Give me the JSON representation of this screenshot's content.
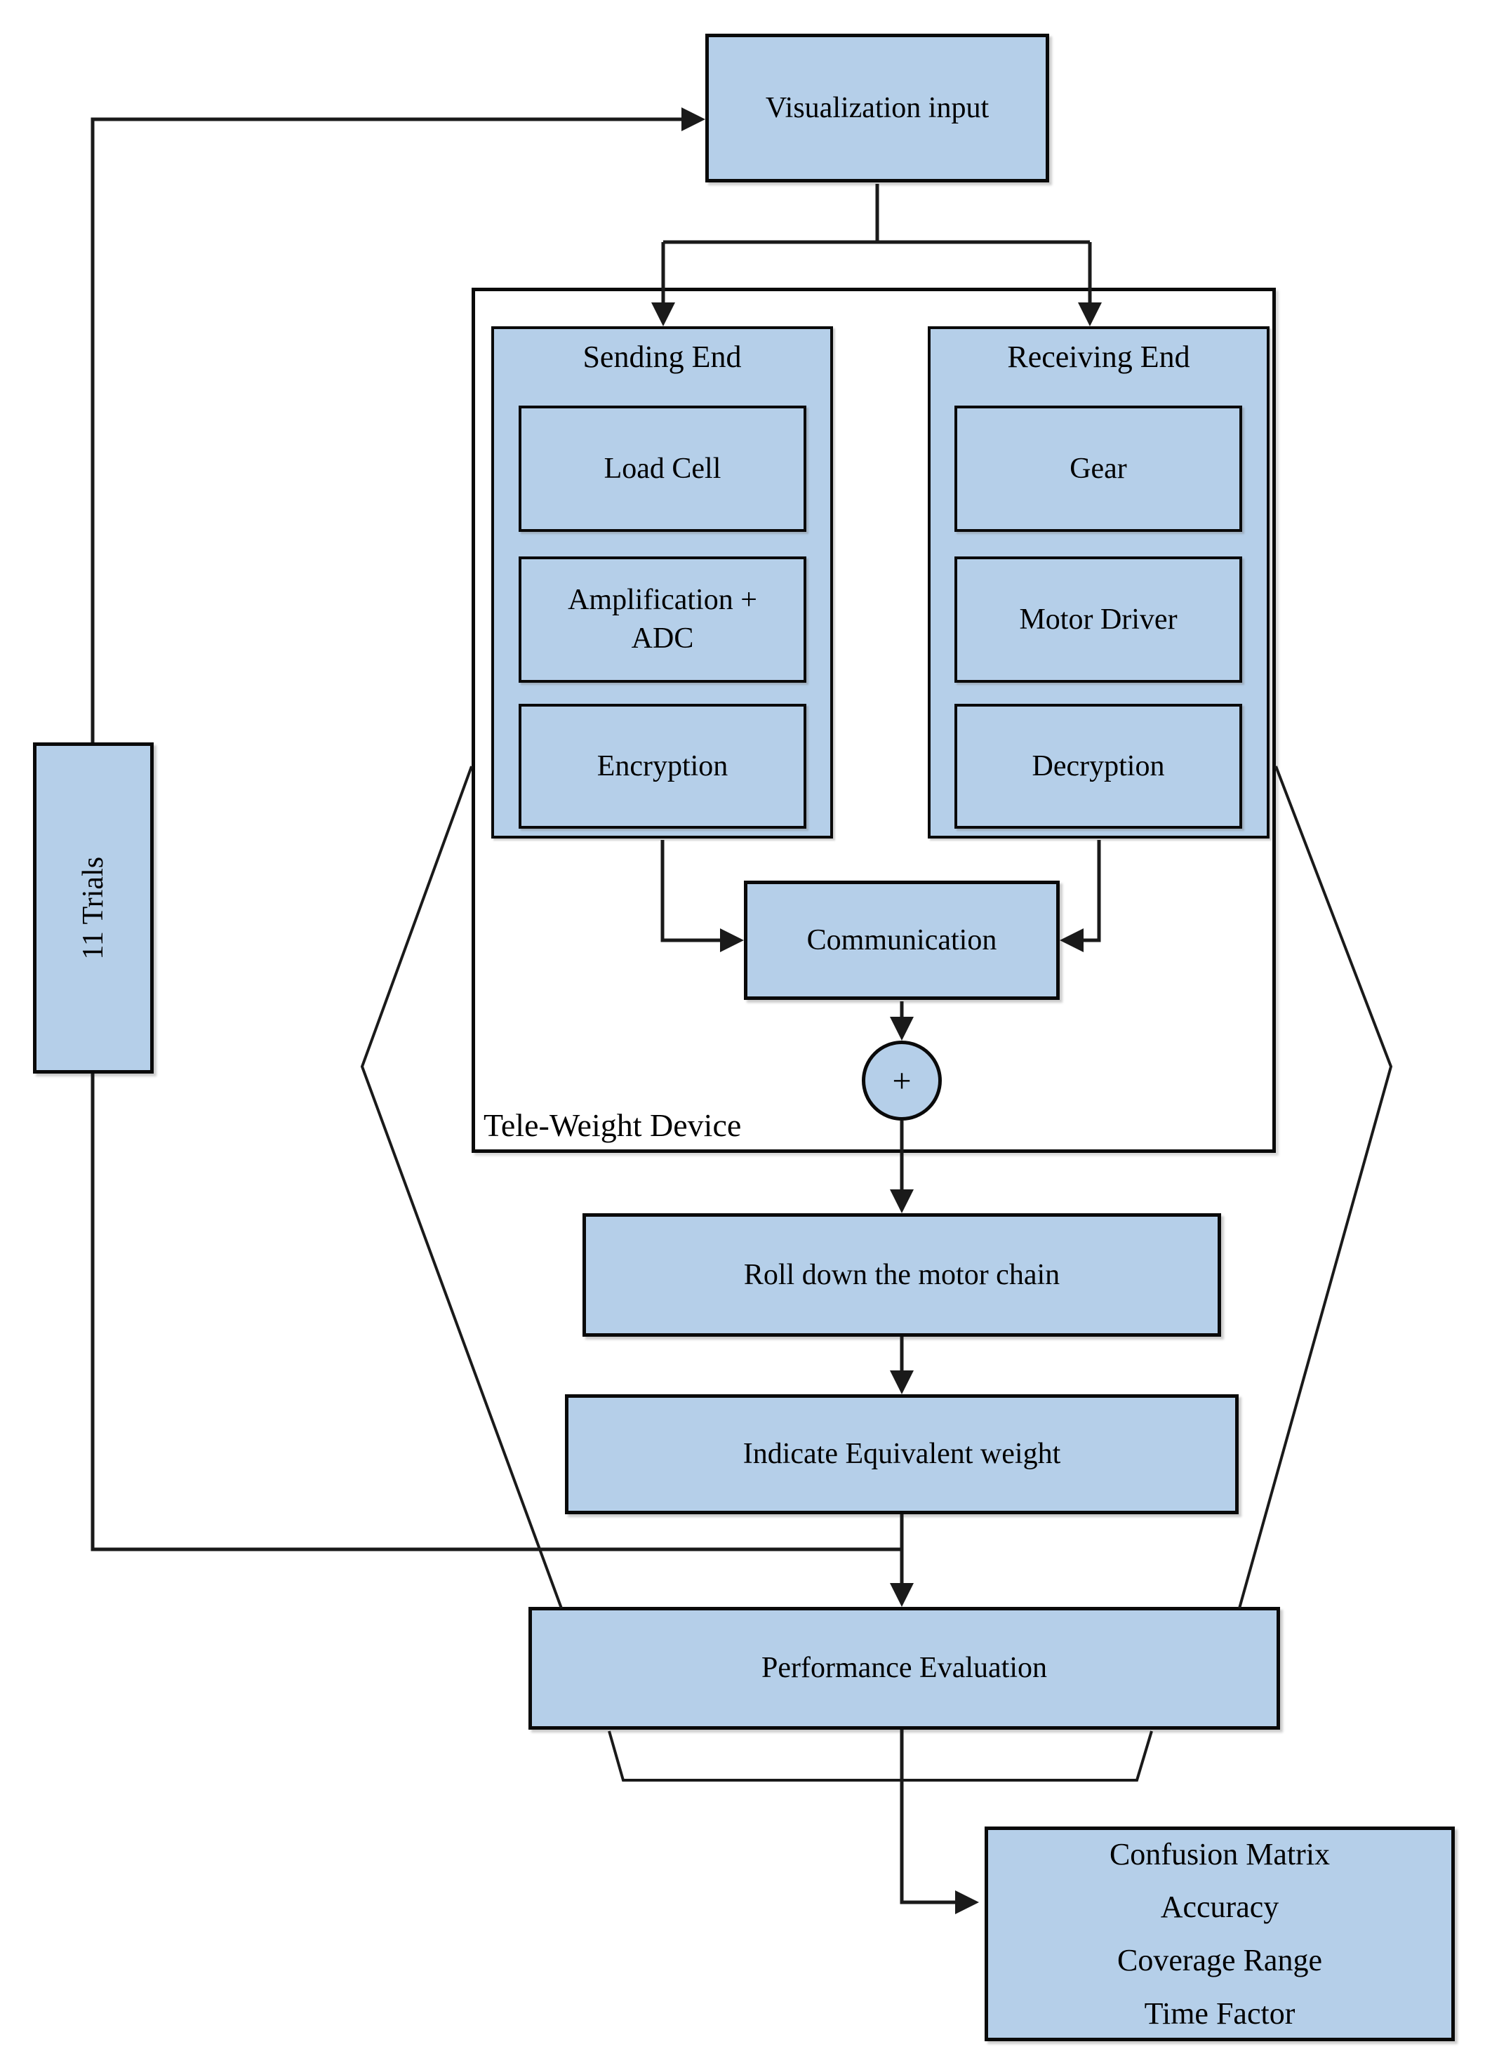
{
  "diagram": {
    "colors": {
      "box_fill": "#b5cfe9",
      "border": "#0a0a0a",
      "background": "#ffffff",
      "text": "#000000"
    },
    "nodes": {
      "visualization_input": {
        "label": "Visualization input"
      },
      "trials": {
        "label": "11 Trials"
      },
      "device": {
        "label": "Tele-Weight Device"
      },
      "sending_end": {
        "title": "Sending End",
        "items": [
          {
            "label": "Load Cell"
          },
          {
            "label": "Amplification + ADC"
          },
          {
            "label": "Encryption"
          }
        ]
      },
      "receiving_end": {
        "title": "Receiving End",
        "items": [
          {
            "label": "Gear"
          },
          {
            "label": "Motor Driver"
          },
          {
            "label": "Decryption"
          }
        ]
      },
      "communication": {
        "label": "Communication"
      },
      "sum_junction": {
        "label": "+"
      },
      "roll_down": {
        "label": "Roll down the motor chain"
      },
      "indicate_weight": {
        "label": "Indicate Equivalent weight"
      },
      "performance_evaluation": {
        "label": "Performance Evaluation"
      },
      "outputs": {
        "lines": [
          "Confusion Matrix",
          "Accuracy",
          "Coverage Range",
          "Time Factor"
        ]
      }
    }
  }
}
